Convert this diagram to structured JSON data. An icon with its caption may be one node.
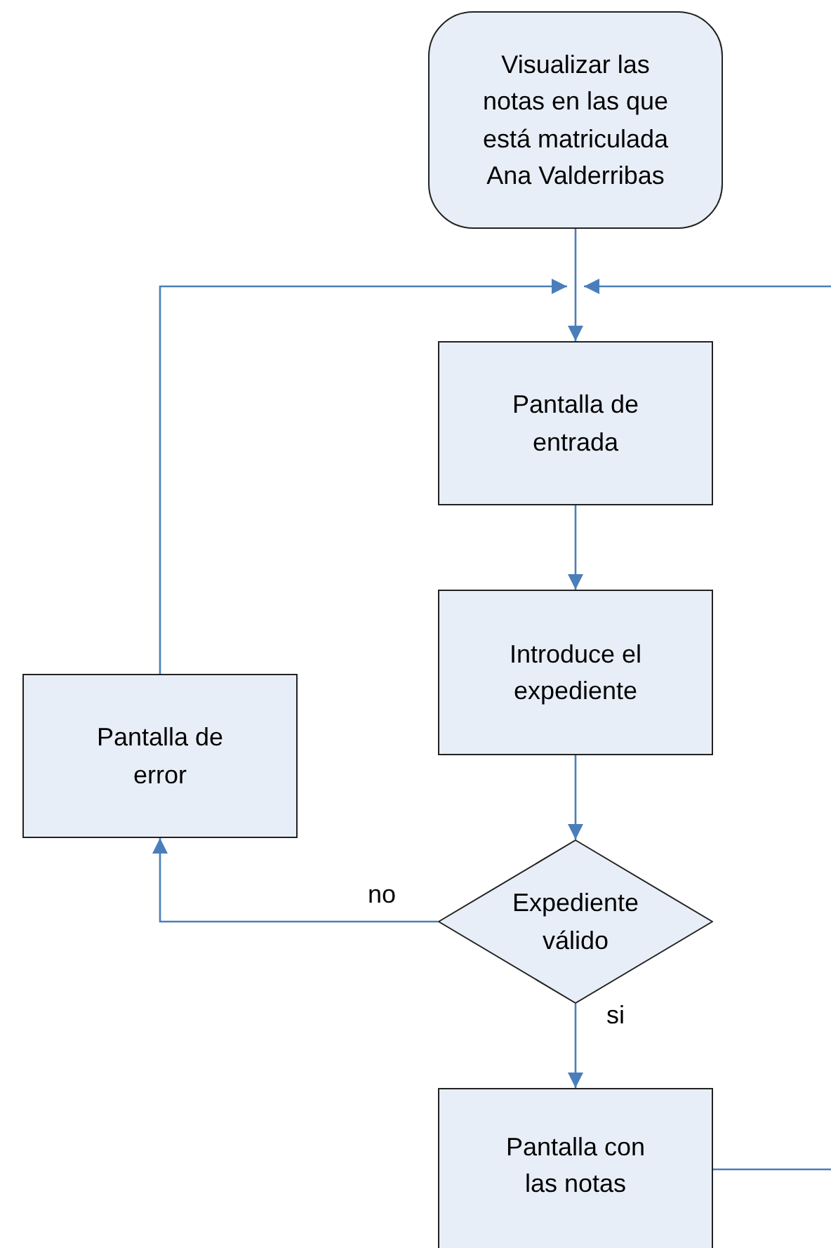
{
  "diagram": {
    "nodes": [
      {
        "text": [
          "Visualizar las notas en las que está matriculada Ana Valderribas"
        ]
      },
      {
        "text": [
          "Pantalla de entrada"
        ]
      },
      {
        "text": [
          "Introduce el expediente"
        ]
      },
      {
        "text": [
          "Expediente válido"
        ]
      },
      {
        "text": [
          "Pantalla de error"
        ]
      },
      {
        "text": [
          "Pantalla con las notas"
        ]
      }
    ],
    "edges": [
      {
        "from": 0,
        "to": 1,
        "arrow": "to"
      },
      {
        "from": 1,
        "to": 2,
        "arrow": "to"
      },
      {
        "from": 2,
        "to": 3,
        "arrow": "to"
      },
      {
        "from": 3,
        "to": 4,
        "arrow": "to",
        "label": "no"
      },
      {
        "from": 3,
        "to": 5,
        "arrow": "to",
        "label": "si"
      },
      {
        "from": 4,
        "to": 1,
        "arrow": "to"
      },
      {
        "from": 5,
        "to": 1,
        "arrow": "to"
      }
    ]
  }
}
